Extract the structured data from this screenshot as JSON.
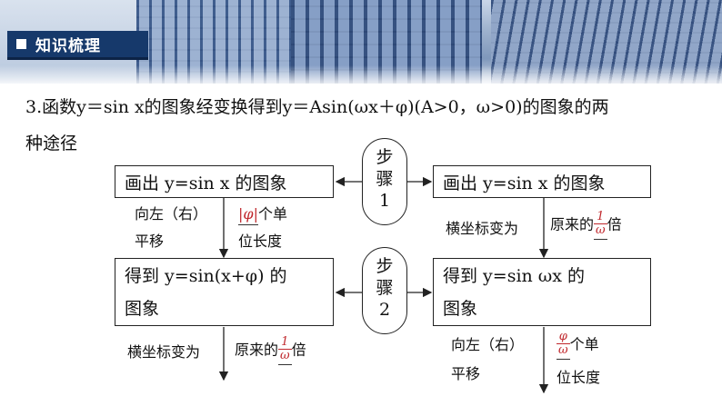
{
  "banner": {
    "section_title": "知识梳理"
  },
  "heading": {
    "line1": "3.函数y＝sin x的图象经变换得到y＝Asin(ωx＋φ)(A>0，ω>0)的图象的两",
    "line2": "种途径"
  },
  "flow": {
    "step1": {
      "c1": "步",
      "c2": "骤",
      "c3": "1"
    },
    "step2": {
      "c1": "步",
      "c2": "骤",
      "c3": "2"
    },
    "left_top_box": "画出 y=sin x 的图象",
    "right_top_box": "画出 y=sin x 的图象",
    "left_mid_box_l1": "得到 y=sin(x+φ) 的",
    "left_mid_box_l2": "图象",
    "right_mid_box_l1": "得到 y=sin  ωx 的",
    "right_mid_box_l2": "图象",
    "left_shift_a": "向左（右）",
    "left_shift_b": "平移",
    "left_shift_val": "|φ|",
    "left_shift_unit1": "个单",
    "left_shift_unit2": "位长度",
    "right_scale_label": "横坐标变为",
    "right_scale_text": "原来的",
    "right_scale_num": "1",
    "right_scale_den": "ω",
    "right_scale_suffix": "倍",
    "left_scale_label": "横坐标变为",
    "left_scale_text": "原来的",
    "left_scale_num": "1",
    "left_scale_den": "ω",
    "left_scale_suffix": "倍",
    "right_shift_a": "向左（右）",
    "right_shift_b": "平移",
    "right_shift_num": "φ",
    "right_shift_den": "ω",
    "right_shift_unit1": "个单",
    "right_shift_unit2": "位长度"
  }
}
